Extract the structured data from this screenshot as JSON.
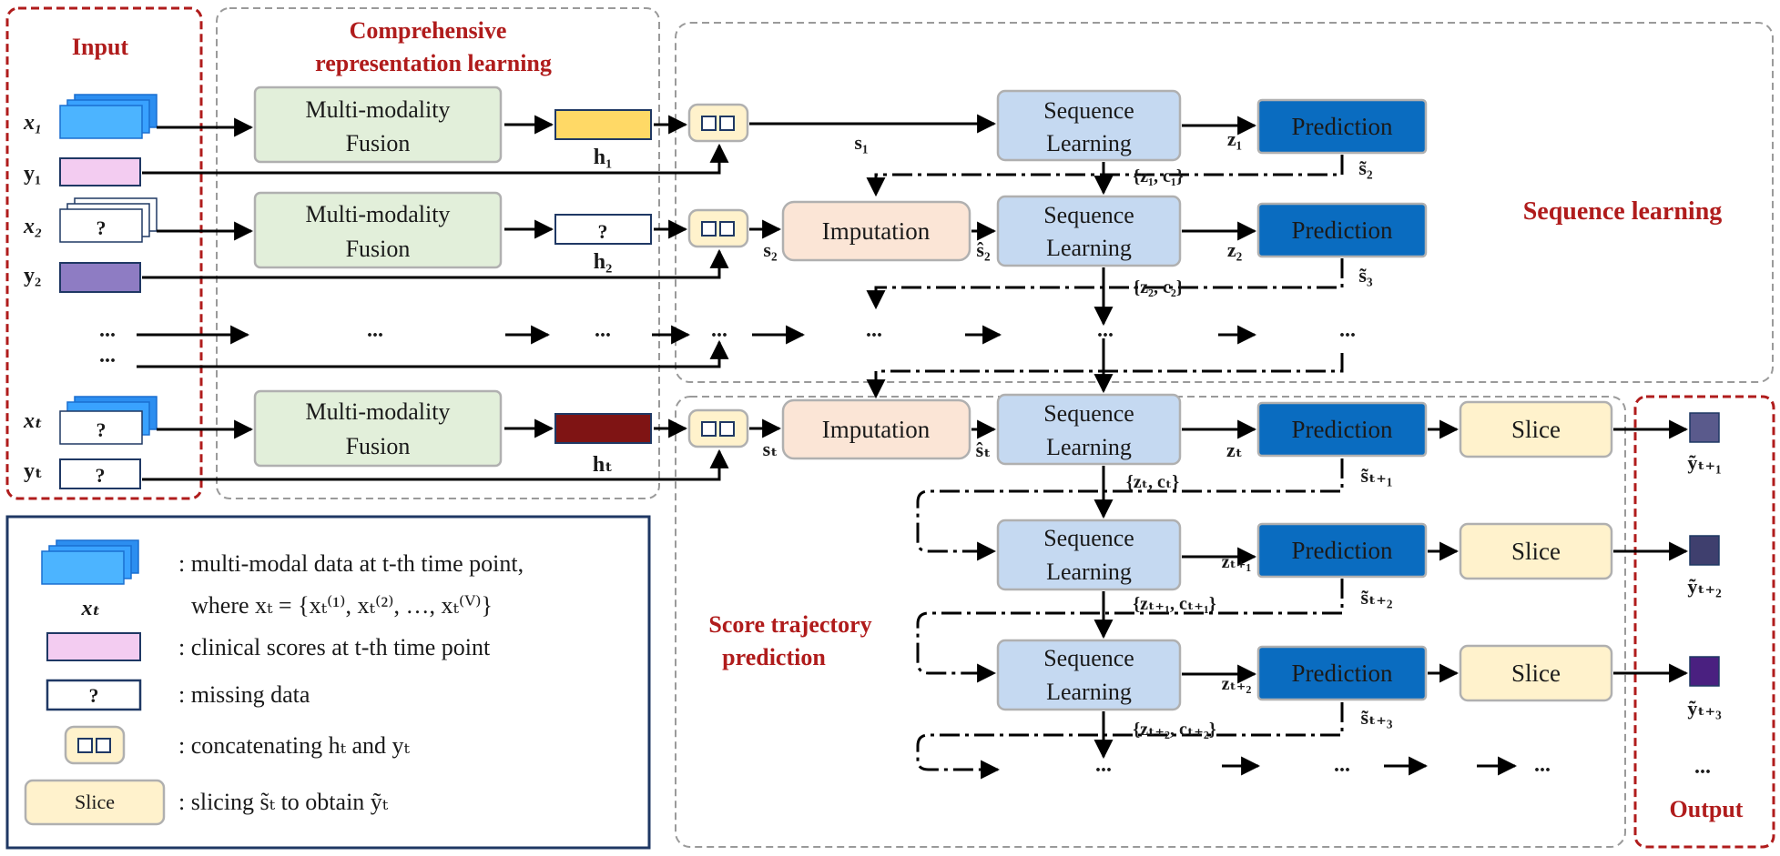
{
  "sections": {
    "input": "Input",
    "repr_line1": "Comprehensive",
    "repr_line2": "representation learning",
    "seq": "Sequence learning",
    "score_line1": "Score trajectory",
    "score_line2": "prediction",
    "output": "Output"
  },
  "inputs": {
    "x1": "x₁",
    "y1": "y₁",
    "x2": "x₂",
    "y2": "y₂",
    "xT": "xₜ",
    "yT": "yₜ",
    "dots": "..."
  },
  "blocks": {
    "fusion_line1": "Multi-modality",
    "fusion_line2": "Fusion",
    "seq_line1": "Sequence",
    "seq_line2": "Learning",
    "prediction": "Prediction",
    "imputation": "Imputation",
    "slice": "Slice",
    "missing": "?"
  },
  "vars": {
    "h1": "h₁",
    "h2": "h₂",
    "hT": "hₜ",
    "s1": "s₁",
    "s2": "s₂",
    "sT": "sₜ",
    "s2hat": "ŝ₂",
    "sThat": "ŝₜ",
    "z1": "z₁",
    "z2": "z₂",
    "zT": "zₜ",
    "zT1": "zₜ₊₁",
    "zT2": "zₜ₊₂",
    "s2t": "s̃₂",
    "s3t": "s̃₃",
    "sT1t": "s̃ₜ₊₁",
    "sT2t": "s̃ₜ₊₂",
    "sT3t": "s̃ₜ₊₃",
    "zc1": "{z₁, c₁}",
    "zc2": "{z₂, c₂}",
    "zcT": "{zₜ, cₜ}",
    "zcT1": "{zₜ₊₁, cₜ₊₁}",
    "zcT2": "{zₜ₊₂, cₜ₊₂}",
    "yT1": "ỹₜ₊₁",
    "yT2": "ỹₜ₊₂",
    "yT3": "ỹₜ₊₃"
  },
  "legend": {
    "xt": "xₜ",
    "multimodal": ": multi-modal data at t-th time point,",
    "where": "where xₜ = {xₜ⁽¹⁾, xₜ⁽²⁾, …, xₜ⁽ⱽ⁾}",
    "clinical": ": clinical scores at t-th time point",
    "missing": ": missing data",
    "concat": ": concatenating hₜ and yₜ",
    "slice_label": "Slice",
    "slicing": ": slicing s̃ₜ to obtain ỹₜ"
  },
  "colors": {
    "section_red": "#b01c1c",
    "fusion_fill": "#e2efda",
    "seq_fill": "#c5d9f1",
    "prediction_fill": "#0a6cc0",
    "imputation_fill": "#fbe5d6",
    "slice_fill": "#fff2cc",
    "h1": "#ffd966",
    "hT": "#7f1414",
    "y1": "#f3ccf1",
    "y2": "#8e7cc3",
    "out1": "#5a5a8c",
    "out2": "#3f3f6e",
    "out3": "#4a2080"
  }
}
